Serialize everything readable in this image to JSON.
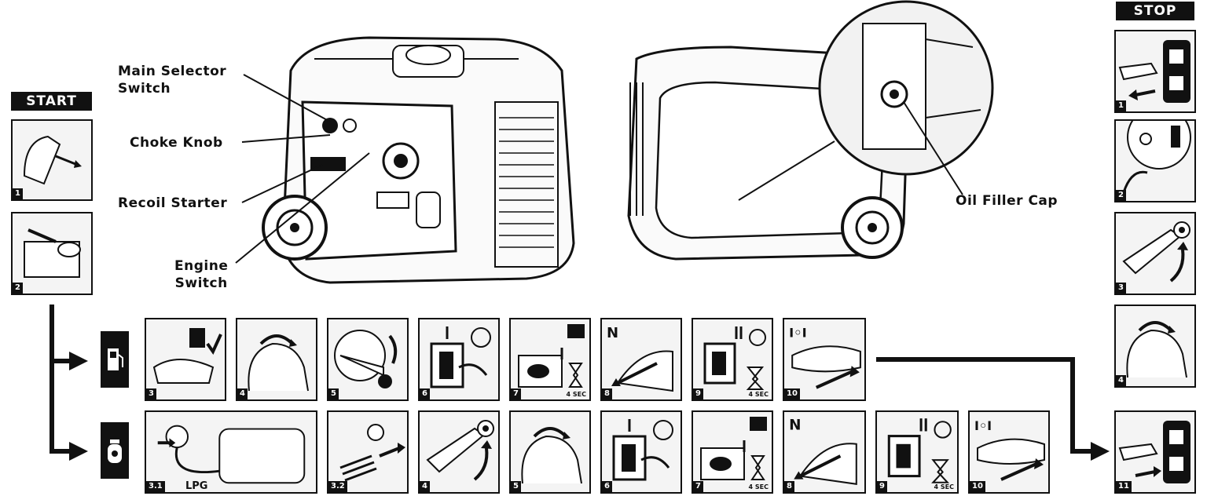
{
  "labels": {
    "main_selector_line1": "Main Selector",
    "main_selector_line2": "Switch",
    "choke_knob": "Choke Knob",
    "recoil_starter": "Recoil Starter",
    "engine_switch_line1": "Engine",
    "engine_switch_line2": "Switch",
    "oil_filler_cap": "Oil Filler Cap"
  },
  "banners": {
    "start": "START",
    "stop": "STOP"
  },
  "start_column": [
    "1",
    "2"
  ],
  "gasoline_row": [
    "3",
    "4",
    "5",
    "6",
    "7",
    "8",
    "9",
    "10"
  ],
  "lpg_row": [
    "3.1",
    "3.2",
    "4",
    "5",
    "6",
    "7",
    "8",
    "9",
    "10"
  ],
  "lpg_label": "LPG",
  "stop_column": [
    "1",
    "2",
    "3",
    "4",
    "11"
  ],
  "timer_label": "4 SEC",
  "fuel_icons": [
    "gasoline-pump-icon",
    "lpg-tank-icon"
  ]
}
